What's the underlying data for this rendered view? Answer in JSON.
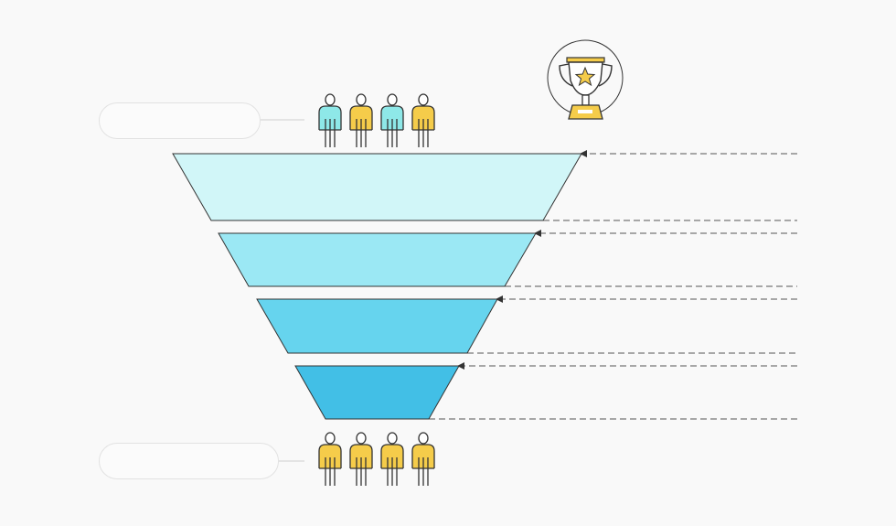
{
  "labels": {
    "top": "",
    "bottom": ""
  },
  "colors": {
    "outline": "#333333",
    "person_cyan": "#8ee8e8",
    "person_yellow": "#f5cc4a",
    "dash": "#555555",
    "connector": "#dddddd",
    "trophy_gold": "#f5cc4a",
    "trophy_base": "#f9e27a"
  },
  "funnel": {
    "stages": [
      {
        "color": "#d1f6f8"
      },
      {
        "color": "#9be8f4"
      },
      {
        "color": "#66d4ee"
      },
      {
        "color": "#42bfe6"
      }
    ]
  },
  "people": {
    "top": [
      "cyan",
      "yellow",
      "cyan",
      "yellow"
    ],
    "bottom": [
      "yellow",
      "yellow",
      "yellow",
      "yellow"
    ]
  },
  "icons": {
    "trophy": "trophy-icon",
    "star": "star-icon",
    "person": "person-icon"
  }
}
